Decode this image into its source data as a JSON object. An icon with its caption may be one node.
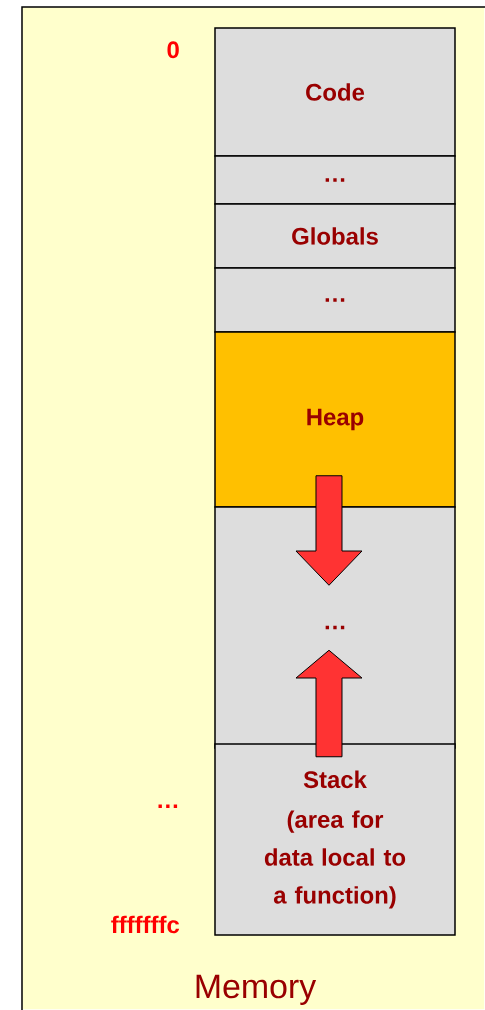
{
  "diagram": {
    "nodes": [
      {
        "text": [
          "Memory"
        ]
      },
      {
        "text": [
          "Code"
        ],
        "in": 0
      },
      {
        "text": [
          "…"
        ],
        "in": 0
      },
      {
        "text": [
          "Globals"
        ],
        "in": 0
      },
      {
        "text": [
          "…"
        ],
        "in": 0
      },
      {
        "text": [
          "Heap"
        ],
        "in": 0
      },
      {
        "text": [
          "…"
        ],
        "in": 0
      },
      {
        "text": [
          "Stack",
          "(area for data local to a function)"
        ],
        "in": 0
      }
    ],
    "edges": [
      {
        "from": 5,
        "to": 6,
        "arrow": "to"
      },
      {
        "from": 7,
        "to": 6,
        "arrow": "to"
      }
    ],
    "labels": [
      "0",
      "…",
      "fffffffc"
    ]
  }
}
